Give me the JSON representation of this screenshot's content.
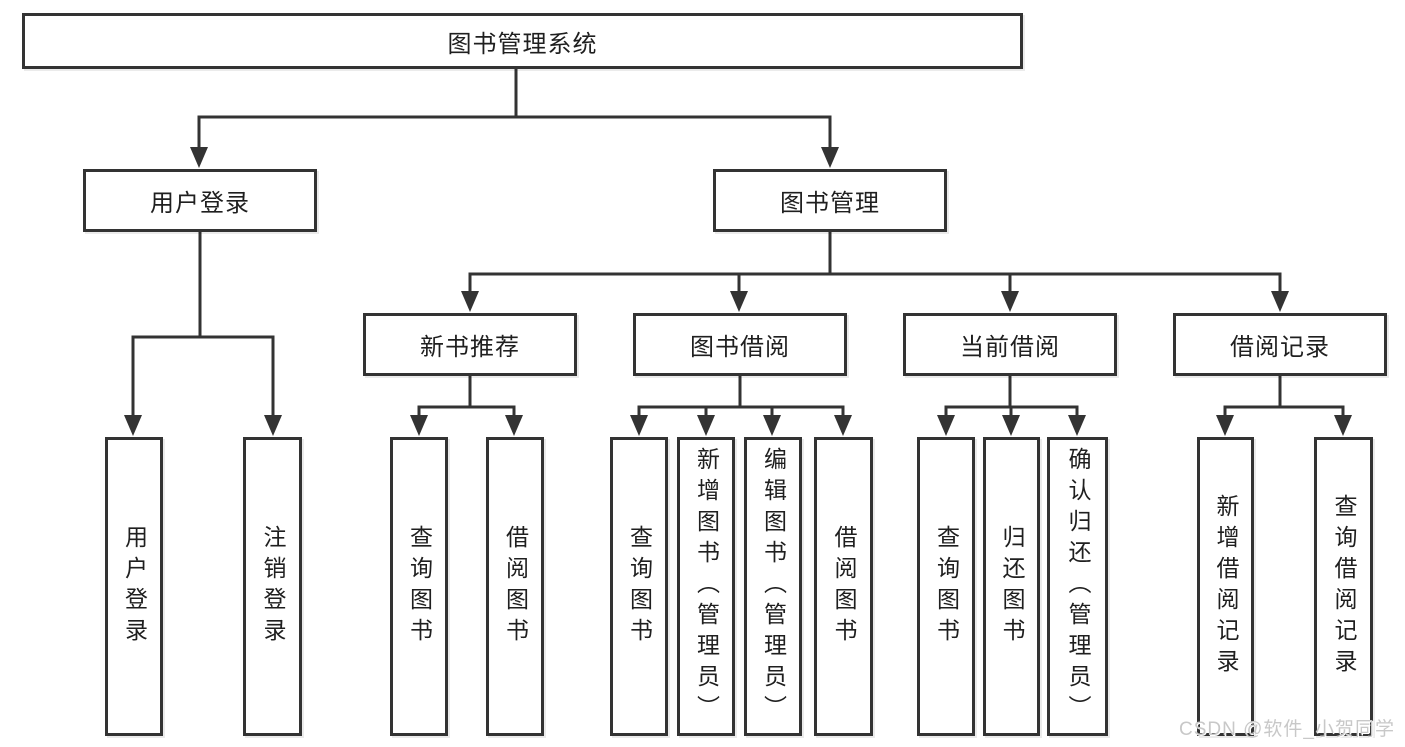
{
  "diagram": {
    "root": {
      "label": "图书管理系统"
    },
    "branches": [
      {
        "label": "用户登录",
        "children": [
          {
            "label": "用户登录"
          },
          {
            "label": "注销登录"
          }
        ]
      },
      {
        "label": "图书管理",
        "children": [
          {
            "label": "新书推荐",
            "children": [
              {
                "label": "查询图书"
              },
              {
                "label": "借阅图书"
              }
            ]
          },
          {
            "label": "图书借阅",
            "children": [
              {
                "label": "查询图书"
              },
              {
                "label": "新增图书（管理员）"
              },
              {
                "label": "编辑图书（管理员）"
              },
              {
                "label": "借阅图书"
              }
            ]
          },
          {
            "label": "当前借阅",
            "children": [
              {
                "label": "查询图书"
              },
              {
                "label": "归还图书"
              },
              {
                "label": "确认归还（管理员）"
              }
            ]
          },
          {
            "label": "借阅记录",
            "children": [
              {
                "label": "新增借阅记录"
              },
              {
                "label": "查询借阅记录"
              }
            ]
          }
        ]
      }
    ]
  },
  "watermark": {
    "text": "CSDN @软件_小贺同学"
  },
  "colors": {
    "line": "#333333",
    "box_border": "#333333",
    "text": "#1f1f1f",
    "background": "#ffffff",
    "watermark": "#c8c8c8"
  }
}
